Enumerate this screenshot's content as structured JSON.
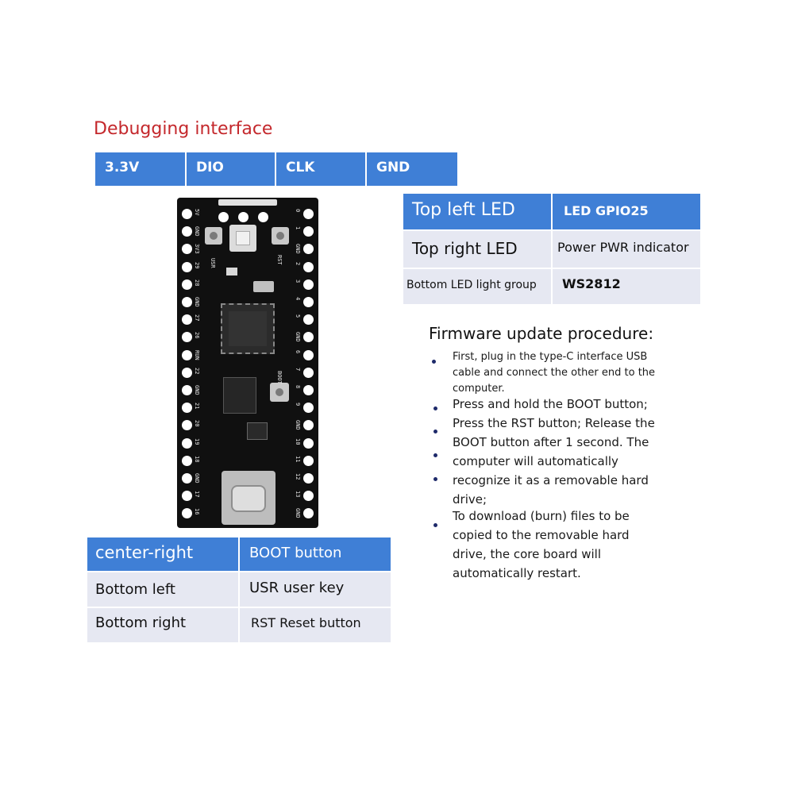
{
  "debug": {
    "title": "Debugging interface",
    "pins": [
      "3.3V",
      "DIO",
      "CLK",
      "GND"
    ]
  },
  "led_table": {
    "rows": [
      {
        "label": "Top left LED",
        "value": "LED GPIO25"
      },
      {
        "label": "Top right LED",
        "value": "Power PWR indicator"
      },
      {
        "label": "Bottom LED light group",
        "value": "WS2812"
      }
    ]
  },
  "button_table": {
    "rows": [
      {
        "label": "center-right",
        "value": "BOOT button"
      },
      {
        "label": "Bottom left",
        "value": "USR user key"
      },
      {
        "label": "Bottom right",
        "value": "RST Reset button"
      }
    ]
  },
  "firmware": {
    "title": "Firmware update procedure:",
    "lines": [
      "First, plug in the type-C interface USB",
      "cable and connect the other end to the",
      "computer.",
      "Press and hold the BOOT button;",
      "Press the RST button; Release the",
      "BOOT button after 1 second. The",
      "computer will automatically",
      "recognize it as a removable hard",
      "drive;",
      "To download (burn) files to be",
      "copied to the removable hard",
      "drive, the core board will",
      "automatically restart."
    ]
  },
  "board": {
    "button_labels": [
      "USR",
      "RST",
      "BOOT"
    ],
    "left_pins": [
      "5V",
      "GND",
      "3V3",
      "29",
      "28",
      "GND",
      "27",
      "26",
      "RUN",
      "22",
      "GND",
      "21",
      "20",
      "19",
      "18",
      "GND",
      "17",
      "16"
    ],
    "right_pins": [
      "0",
      "1",
      "GND",
      "2",
      "3",
      "4",
      "5",
      "GND",
      "6",
      "7",
      "8",
      "9",
      "GND",
      "10",
      "11",
      "12",
      "13",
      "GND"
    ],
    "pcb_color": "#101010",
    "accent_color": "#3f7fd6",
    "title_color": "#c4282c",
    "usb_port": "usb-c-icon"
  }
}
